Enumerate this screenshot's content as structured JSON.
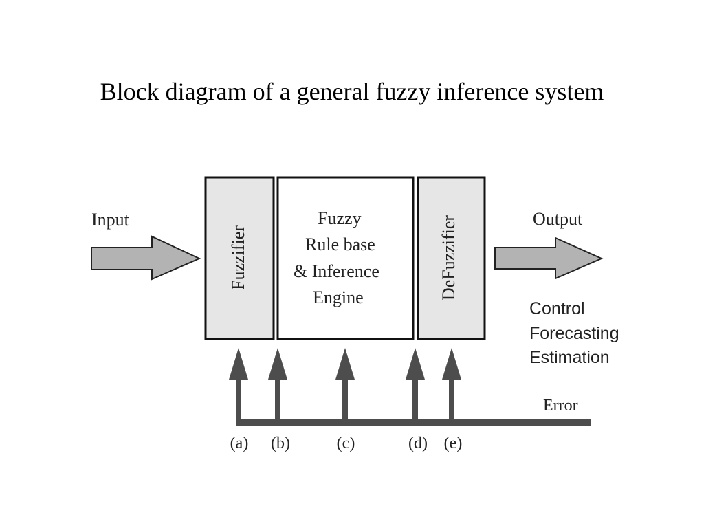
{
  "title": "Block diagram of a general fuzzy inference system",
  "input_label": "Input",
  "output_label": "Output",
  "blocks": {
    "fuzzifier": "Fuzzifier",
    "rule_engine_lines": [
      "Fuzzy",
      "Rule base",
      "& Inference",
      "Engine"
    ],
    "defuzzifier": "DeFuzzifier"
  },
  "applications": [
    "Control",
    "Forecasting",
    "Estimation"
  ],
  "error_label": "Error",
  "feedback_points": [
    "(a)",
    "(b)",
    "(c)",
    "(d)",
    "(e)"
  ],
  "colors": {
    "block_fill_gray": "#e6e6e6",
    "arrow_fill": "#b3b3b3",
    "feedback_dark": "#4d4d4d",
    "border": "#111111"
  }
}
